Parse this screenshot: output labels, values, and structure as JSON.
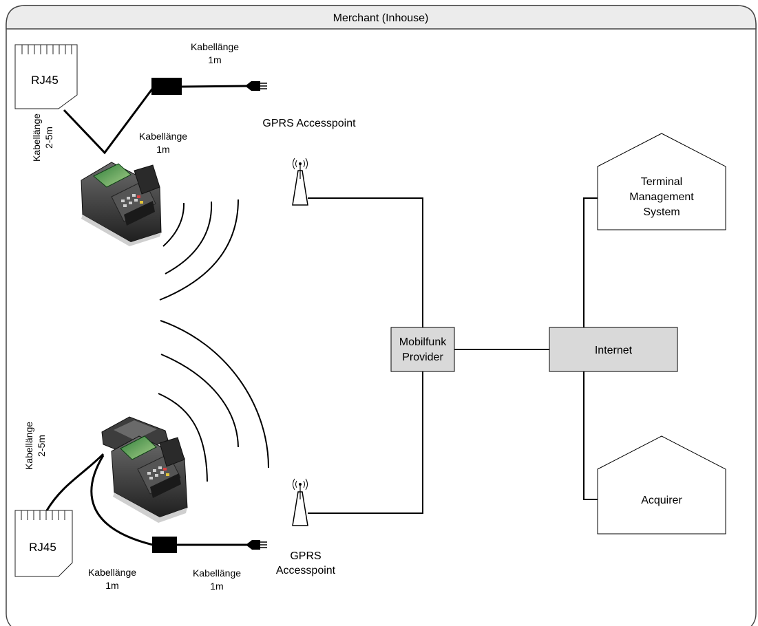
{
  "frame": {
    "title": "Merchant (Inhouse)"
  },
  "top": {
    "rj45_label": "RJ45",
    "cable_to_terminal": {
      "line1": "Kabellänge",
      "line2": "2-5m"
    },
    "cable_power_upper": {
      "line1": "Kabellänge",
      "line2": "1m"
    },
    "cable_power_lower": {
      "line1": "Kabellänge",
      "line2": "1m"
    },
    "accesspoint_label": "GPRS Accesspoint"
  },
  "bottom": {
    "rj45_label": "RJ45",
    "cable_to_terminal": {
      "line1": "Kabellänge",
      "line2": "2-5m"
    },
    "cable_power_left": {
      "line1": "Kabellänge",
      "line2": "1m"
    },
    "cable_power_right": {
      "line1": "Kabellänge",
      "line2": "1m"
    },
    "accesspoint_label": {
      "line1": "GPRS",
      "line2": "Accesspoint"
    }
  },
  "network": {
    "provider": {
      "line1": "Mobilfunk",
      "line2": "Provider"
    },
    "internet": "Internet",
    "tms": {
      "line1": "Terminal",
      "line2": "Management",
      "line3": "System"
    },
    "acquirer": "Acquirer"
  },
  "colors": {
    "box_fill": "#d9d9d9",
    "header_fill": "#ececec",
    "line": "#000000"
  }
}
